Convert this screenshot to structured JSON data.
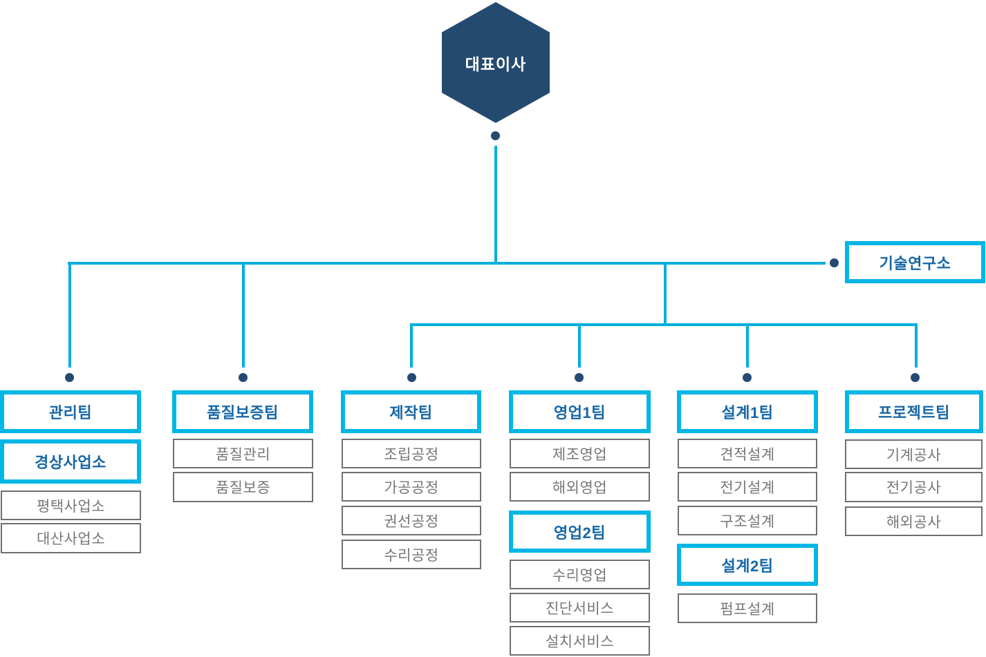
{
  "colors": {
    "navy": "#254a70",
    "cyan_line": "#00aedd",
    "cyan_border": "#00b6e6",
    "title_blue": "#1566a6",
    "gray_border": "#6f6f6f",
    "gray_text": "#767676"
  },
  "root": {
    "label": "대표이사"
  },
  "research_lab": {
    "label": "기술연구소"
  },
  "columns": [
    {
      "name": "management",
      "items": [
        {
          "label": "관리팀",
          "style": "primary"
        },
        {
          "label": "경상사업소",
          "style": "primary"
        },
        {
          "label": "평택사업소",
          "style": "secondary"
        },
        {
          "label": "대산사업소",
          "style": "secondary"
        }
      ]
    },
    {
      "name": "quality-assurance",
      "items": [
        {
          "label": "품질보증팀",
          "style": "primary"
        },
        {
          "label": "품질관리",
          "style": "secondary"
        },
        {
          "label": "품질보증",
          "style": "secondary"
        }
      ]
    },
    {
      "name": "production",
      "items": [
        {
          "label": "제작팀",
          "style": "primary"
        },
        {
          "label": "조립공정",
          "style": "secondary"
        },
        {
          "label": "가공공정",
          "style": "secondary"
        },
        {
          "label": "권선공정",
          "style": "secondary"
        },
        {
          "label": "수리공정",
          "style": "secondary"
        }
      ]
    },
    {
      "name": "sales",
      "items": [
        {
          "label": "영업1팀",
          "style": "primary"
        },
        {
          "label": "제조영업",
          "style": "secondary"
        },
        {
          "label": "해외영업",
          "style": "secondary"
        },
        {
          "label": "영업2팀",
          "style": "primary"
        },
        {
          "label": "수리영업",
          "style": "secondary"
        },
        {
          "label": "진단서비스",
          "style": "secondary"
        },
        {
          "label": "설치서비스",
          "style": "secondary"
        }
      ]
    },
    {
      "name": "design",
      "items": [
        {
          "label": "설계1팀",
          "style": "primary"
        },
        {
          "label": "견적설계",
          "style": "secondary"
        },
        {
          "label": "전기설계",
          "style": "secondary"
        },
        {
          "label": "구조설계",
          "style": "secondary"
        },
        {
          "label": "설계2팀",
          "style": "primary"
        },
        {
          "label": "펌프설계",
          "style": "secondary"
        }
      ]
    },
    {
      "name": "project",
      "items": [
        {
          "label": "프로젝트팀",
          "style": "primary"
        },
        {
          "label": "기계공사",
          "style": "secondary"
        },
        {
          "label": "전기공사",
          "style": "secondary"
        },
        {
          "label": "해외공사",
          "style": "secondary"
        }
      ]
    }
  ]
}
